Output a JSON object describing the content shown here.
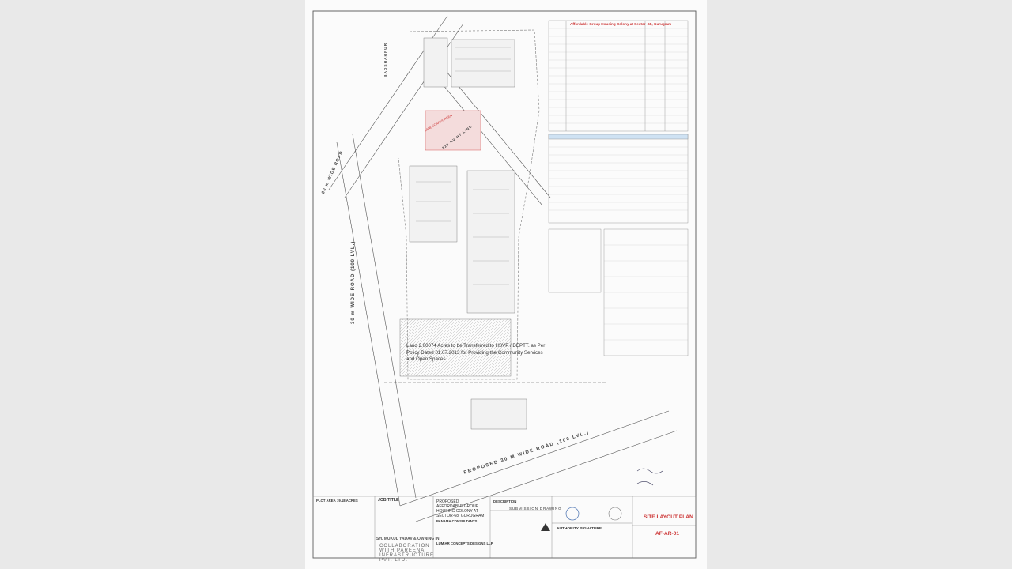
{
  "document": {
    "schedule_title": "Affordable Group Housing Colony at Sector -68, Gurugram",
    "note": "Land 2.00074 Acres to be Transferred to HSVP / DEPTT. as Per Policy Dated 01.07.2013 for Providing the Community Services and Open Spaces.",
    "roads": {
      "west": "30 m WIDE ROAD (100 LVL.)",
      "south": "PROPOSED 30 M WIDE ROAD (100 LVL.)",
      "northwest": "60 m WIDE ROAD",
      "north": "BADSHAHPUR",
      "hv_line": "220 KV HT LINE",
      "landscape": "LANDSCAPE/GREEN"
    },
    "title_block": {
      "plot_area": "PLOT AREA : 9.18 ACRES",
      "job_title_label": "JOB TITLE",
      "project": "PROPOSED AFFORDABLE GROUP HOUSING COLONY AT SECTOR-68, GURUGRAM",
      "consultant": "PANAMA CONSULTANTS",
      "consultant2": "LUMIAR CONCEPTS DESIGNS LLP",
      "description_label": "DESCRIPTION",
      "submission": "SUBMISSION DRAWING",
      "architect": "SH. MUKUL YADAV & OWNING IN",
      "collab": "COLLABORATION WITH PAREENA INFRASTRUCTURE PVT. LTD.",
      "authority": "AUTHORITY SIGNATURE",
      "sheet_title": "SITE LAYOUT PLAN",
      "drawing_no": "AF-AR-01"
    }
  }
}
